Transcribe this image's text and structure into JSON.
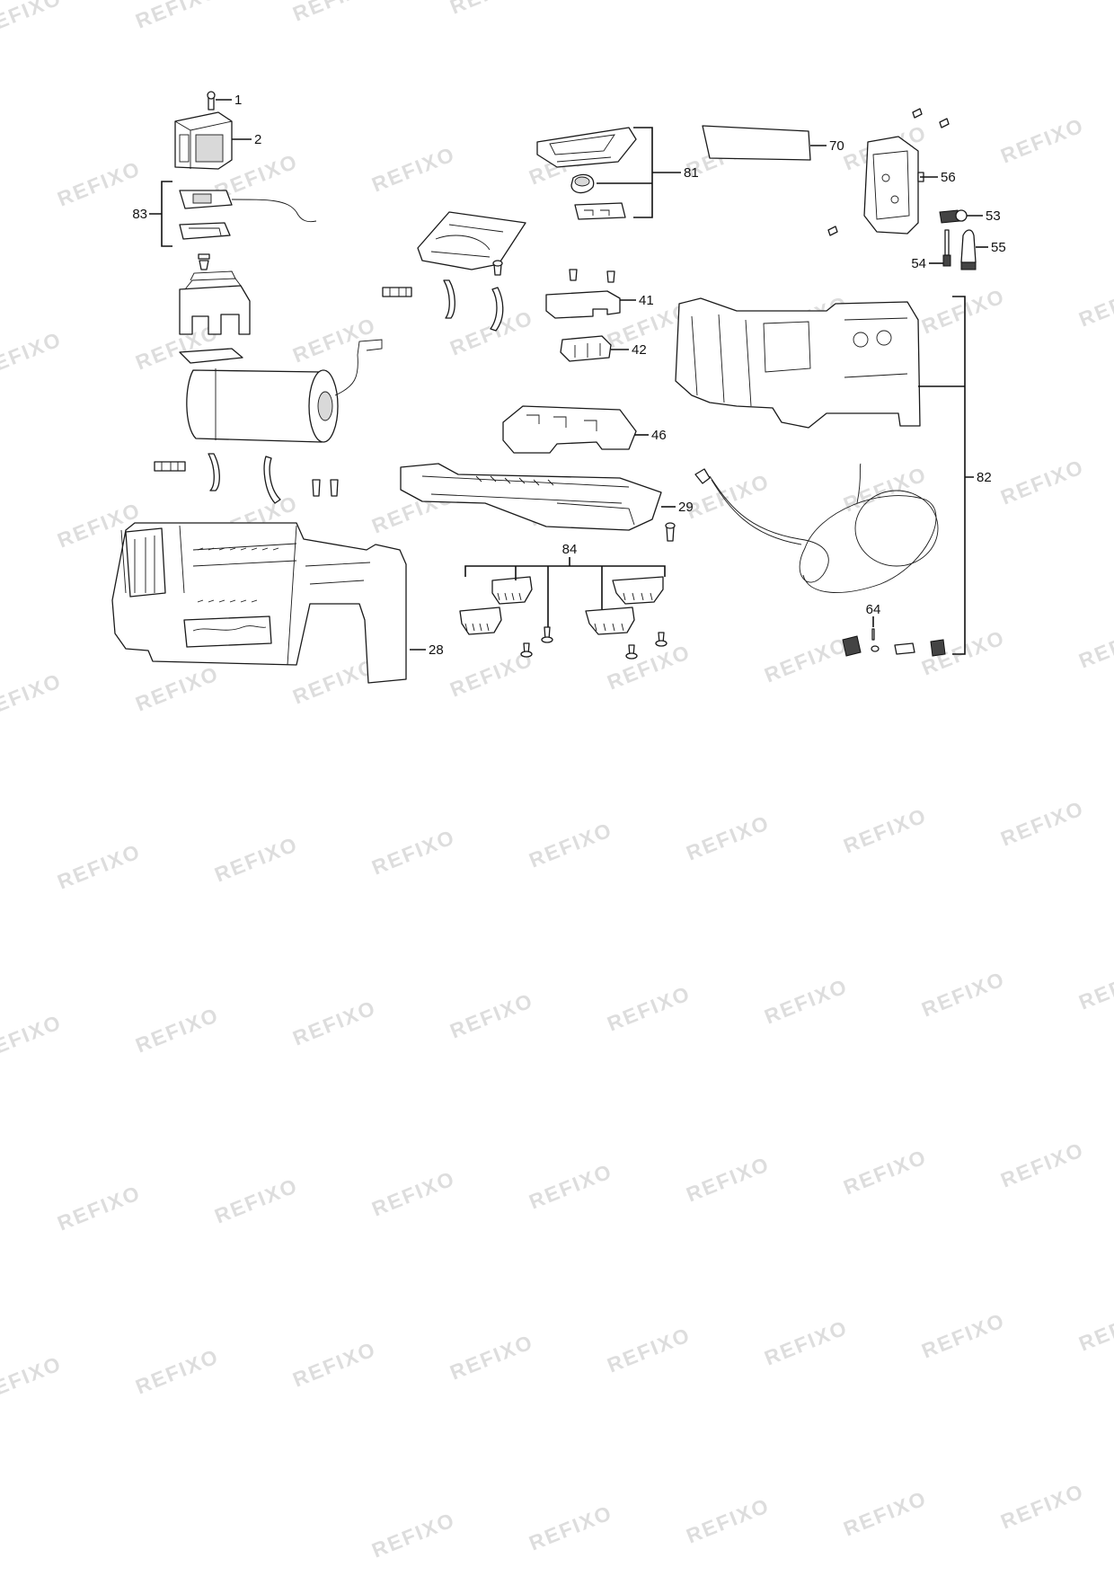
{
  "watermark": "REFIXO",
  "callouts": {
    "c1": "1",
    "c2": "2",
    "c83": "83",
    "c70": "70",
    "c81": "81",
    "c56": "56",
    "c53": "53",
    "c54": "54",
    "c55": "55",
    "c41": "41",
    "c42": "42",
    "c46": "46",
    "c82": "82",
    "c29": "29",
    "c84": "84",
    "c64": "64",
    "c28": "28"
  },
  "colors": {
    "ink": "#111111",
    "watermark": "#d2d2d2",
    "background": "#ffffff"
  }
}
